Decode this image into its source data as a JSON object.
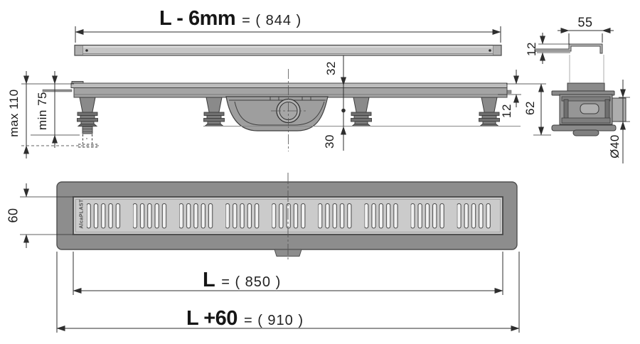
{
  "labels": {
    "grate_length": {
      "name": "L - 6mm",
      "value": "= ( 844 )"
    },
    "channel_length": {
      "name": "L",
      "value": "= ( 850 )"
    },
    "total_length": {
      "name": "L +60",
      "value": "= ( 910 )"
    },
    "profile_width": "55",
    "profile_step_height": "12",
    "mounting_height_max": "max 110",
    "mounting_height_min": "min 75",
    "top_to_outlet_axis": "32",
    "outlet_axis_to_floor": "30",
    "edge_height": "12",
    "body_height": "62",
    "outlet_diameter": "Ø40",
    "grate_width": "60",
    "brand": "AlcaPLAST"
  },
  "colors": {
    "line": "#2e2e2e",
    "outline": "#3c3c3c",
    "body_gray": "#a4a4a4",
    "frame_gray": "#8d8d8d",
    "grate_gray": "#cbcbcb",
    "slot_fill": "#f1f1f1"
  }
}
